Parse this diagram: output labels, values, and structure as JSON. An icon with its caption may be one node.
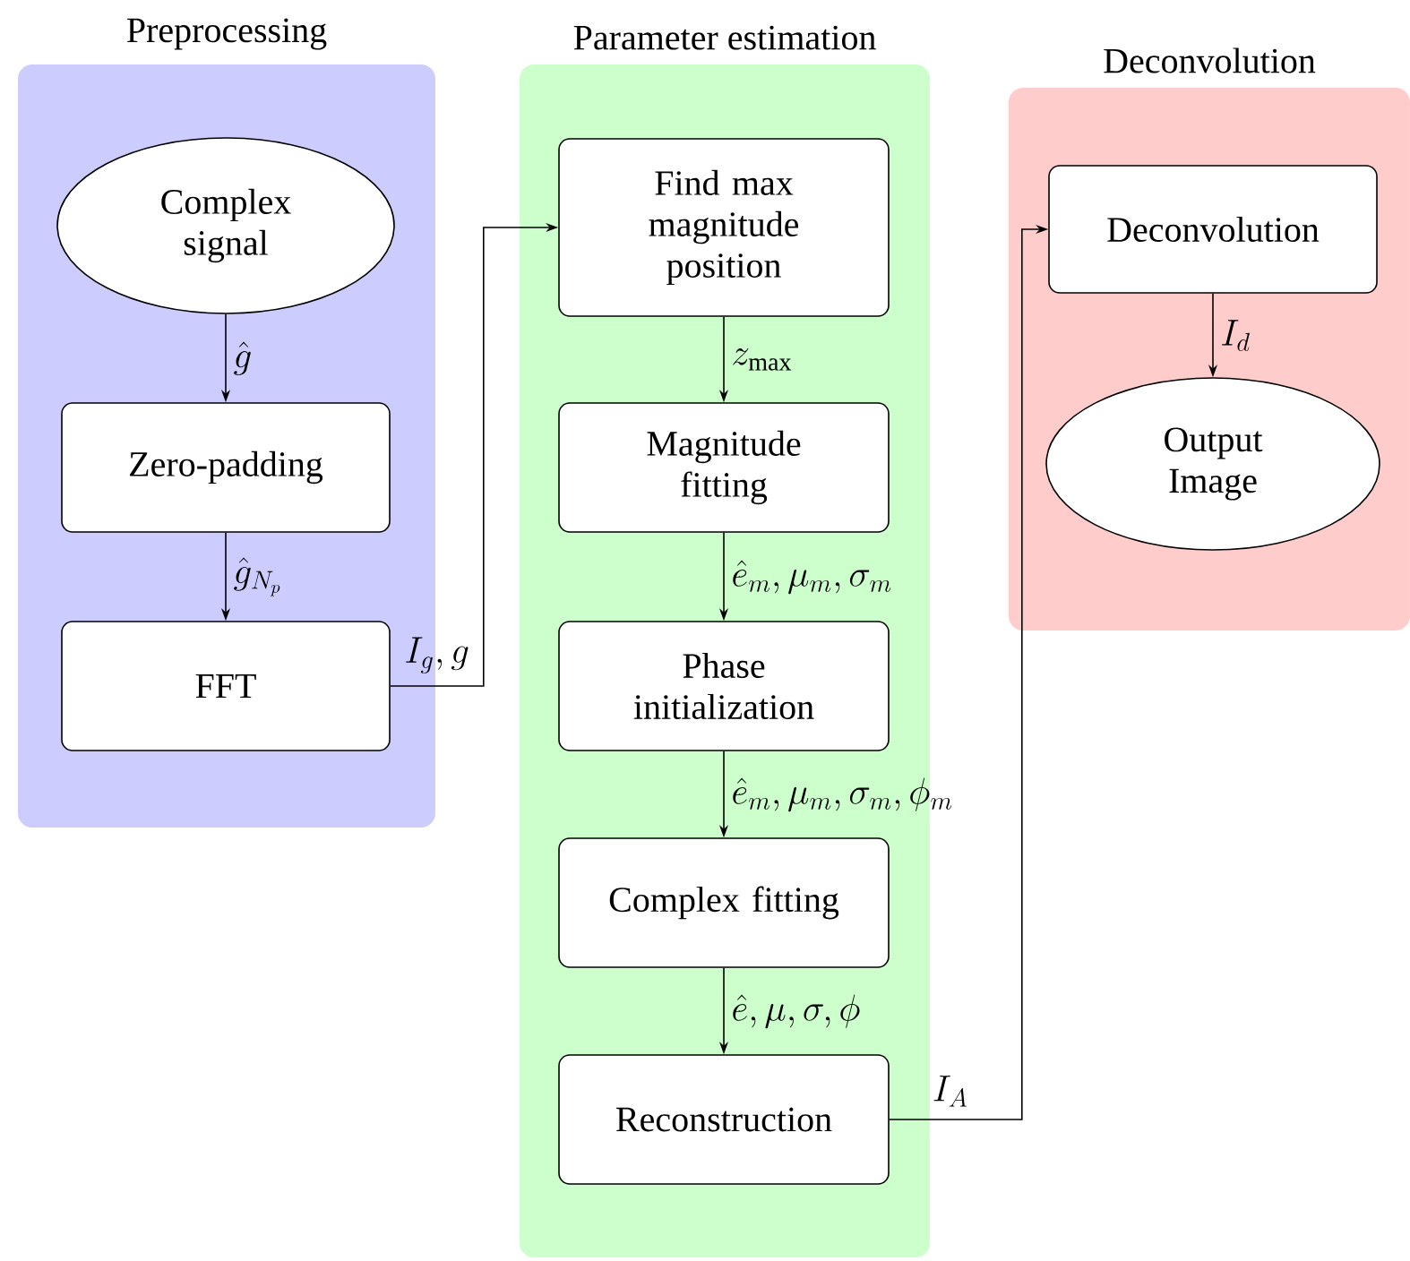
{
  "diagram": {
    "nodes": [
      {
        "text": [
          "Preprocessing"
        ]
      },
      {
        "text": [
          "Complex signal"
        ],
        "in": 0
      },
      {
        "text": [
          "Zero-padding"
        ],
        "in": 0
      },
      {
        "text": [
          "FFT"
        ],
        "in": 0
      },
      {
        "text": [
          "Parameter estimation"
        ]
      },
      {
        "text": [
          "Find max magnitude position"
        ],
        "in": 4
      },
      {
        "text": [
          "Magnitude fitting"
        ],
        "in": 4
      },
      {
        "text": [
          "Phase initialization"
        ],
        "in": 4
      },
      {
        "text": [
          "Complex fitting"
        ],
        "in": 4
      },
      {
        "text": [
          "Reconstruction"
        ],
        "in": 4
      },
      {
        "text": [
          "Deconvolution"
        ]
      },
      {
        "text": [
          "Deconvolution"
        ],
        "in": 10
      },
      {
        "text": [
          "Output Image"
        ],
        "in": 10
      }
    ],
    "edges": [
      {
        "from": 1,
        "to": 2,
        "arrow": "to",
        "label": "\\hat{g}"
      },
      {
        "from": 2,
        "to": 3,
        "arrow": "to",
        "label": "\\hat{g}_{N_p}"
      },
      {
        "from": 3,
        "to": 5,
        "arrow": "to",
        "label": "I_g, g"
      },
      {
        "from": 5,
        "to": 6,
        "arrow": "to",
        "label": "z_{\\mathrm{max}}"
      },
      {
        "from": 6,
        "to": 7,
        "arrow": "to",
        "label": "\\hat{e}_m, \\mu_m, \\sigma_m"
      },
      {
        "from": 7,
        "to": 8,
        "arrow": "to",
        "label": "\\hat{e}_m, \\mu_m, \\sigma_m, \\phi_m"
      },
      {
        "from": 8,
        "to": 9,
        "arrow": "to",
        "label": "\\hat{e}, \\mu, \\sigma, \\phi"
      },
      {
        "from": 9,
        "to": 11,
        "arrow": "to",
        "label": "I_A"
      },
      {
        "from": 11,
        "to": 12,
        "arrow": "to",
        "label": "I_d"
      }
    ]
  }
}
